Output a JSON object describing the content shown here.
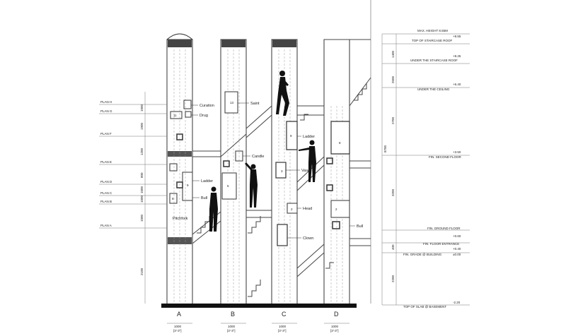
{
  "columns": [
    {
      "letter": "A",
      "width": "1000",
      "width_imperial": "[3'-3\"]"
    },
    {
      "letter": "B",
      "width": "1000",
      "width_imperial": "[3'-3\"]"
    },
    {
      "letter": "C",
      "width": "1000",
      "width_imperial": "[3'-3\"]"
    },
    {
      "letter": "D",
      "width": "1000",
      "width_imperial": "[3'-3\"]"
    }
  ],
  "plans": [
    "PLAN H",
    "PLAN G",
    "PLAN F",
    "PLAN E",
    "PLAN D",
    "PLAN C",
    "PLAN B",
    "PLAN A"
  ],
  "left_dims": [
    "1000",
    "1900",
    "1200",
    "800",
    "1000",
    "1000",
    "1000",
    "2100"
  ],
  "levels": [
    {
      "label": "MAX. HEIGHT 8.55M",
      "value": ""
    },
    {
      "label": "TOP OF STAIRCASE ROOF",
      "value": "+8.55"
    },
    {
      "label": "UNDER THE STAIRCASE ROOF",
      "value": "+8.25"
    },
    {
      "label": "UNDER THE CEILING",
      "value": "+6.40"
    },
    {
      "label": "FIN. SECOND FLOOR",
      "value": "+3.50"
    },
    {
      "label": "FIN. GROUND FLOOR",
      "value": "+0.60"
    },
    {
      "label": "FIN. FLOOR ENTRANCE",
      "value": "+0.40"
    },
    {
      "label": "FIN. GRADE @ BUILDING",
      "value": "±0.00"
    },
    {
      "label": "TOP OF SLAB @ BASEMENT",
      "value": "-2.20"
    }
  ],
  "right_dims": [
    "1400",
    "2500",
    "2700",
    "3200",
    "400",
    "2200"
  ],
  "right_total": "8700",
  "object_labels": {
    "curation": "Curation",
    "drug": "Drug",
    "saint": "Saint",
    "candle": "Candle",
    "ladder_a": "Ladder",
    "bull_a": "Bull",
    "pitchfork": "Pitchfork",
    "ladder_c": "Ladder",
    "vase": "Vase",
    "head": "Head",
    "clown": "Clown",
    "bull_d": "Bull"
  },
  "box_numbers": {
    "n13": "13",
    "n11": "11",
    "n9a": "9",
    "n8": "8",
    "n5": "5",
    "n9c": "9",
    "n8d": "8",
    "n2c": "2",
    "n2d": "2",
    "n3": "3"
  }
}
